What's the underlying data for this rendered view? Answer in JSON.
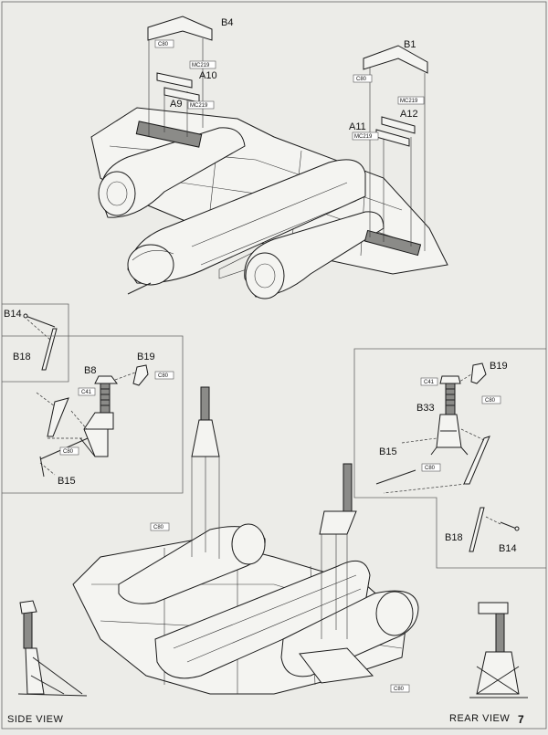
{
  "top_parts": {
    "b4": "B4",
    "b4_code": "C80",
    "a10": "A10",
    "a10_code": "MC219",
    "a9": "A9",
    "a9_code": "MC219",
    "b1": "B1",
    "b1_code": "C80",
    "a12": "A12",
    "a12_code": "MC219",
    "a11": "A11",
    "a11_code": "MC219"
  },
  "left_inset": {
    "b14": "B14",
    "b18": "B18"
  },
  "left_stand": {
    "b8": "B8",
    "b19": "B19",
    "c41": "C41",
    "c80_b19": "C80",
    "c80_b15": "C80",
    "b15": "B15"
  },
  "right_stand": {
    "b19": "B19",
    "c41": "C41",
    "c80_b19": "C80",
    "b33": "B33",
    "b15": "B15",
    "c80_b15": "C80",
    "b18": "B18",
    "b14": "B14"
  },
  "bottom": {
    "c80_left": "C80",
    "c80_right": "C80"
  },
  "views": {
    "side": "SIDE VIEW",
    "rear": "REAR VIEW"
  },
  "page_number": "7"
}
